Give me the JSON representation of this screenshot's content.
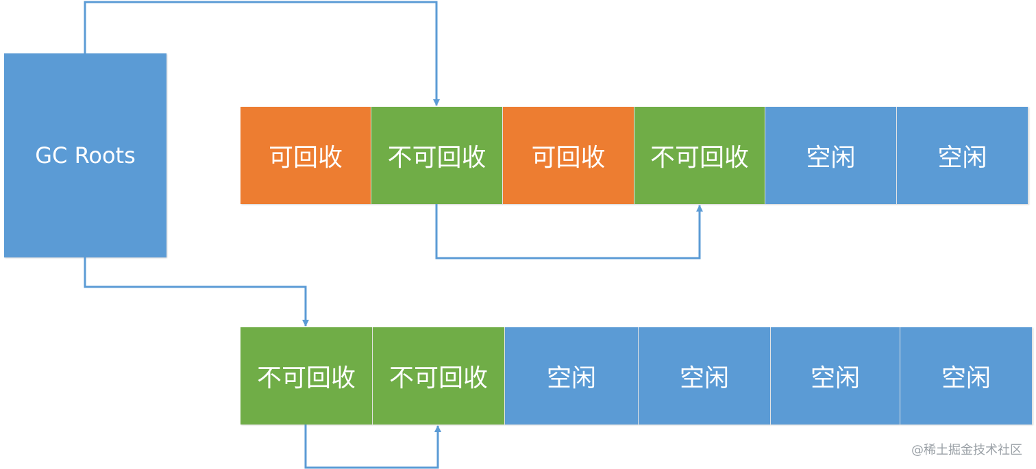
{
  "colors": {
    "root": "#5b9bd5",
    "recyclable": "#ed7d31",
    "live": "#70ad47",
    "free": "#5b9bd5",
    "arrow": "#5b9bd5"
  },
  "root": {
    "label": "GC Roots"
  },
  "before_row": [
    {
      "label": "可回收",
      "kind": "recyclable"
    },
    {
      "label": "不可回收",
      "kind": "live"
    },
    {
      "label": "可回收",
      "kind": "recyclable"
    },
    {
      "label": "不可回收",
      "kind": "live"
    },
    {
      "label": "空闲",
      "kind": "free"
    },
    {
      "label": "空闲",
      "kind": "free"
    }
  ],
  "after_row": [
    {
      "label": "不可回收",
      "kind": "live"
    },
    {
      "label": "不可回收",
      "kind": "live"
    },
    {
      "label": "空闲",
      "kind": "free"
    },
    {
      "label": "空闲",
      "kind": "free"
    },
    {
      "label": "空闲",
      "kind": "free"
    },
    {
      "label": "空闲",
      "kind": "free"
    }
  ],
  "watermark": "@稀土掘金技术社区"
}
